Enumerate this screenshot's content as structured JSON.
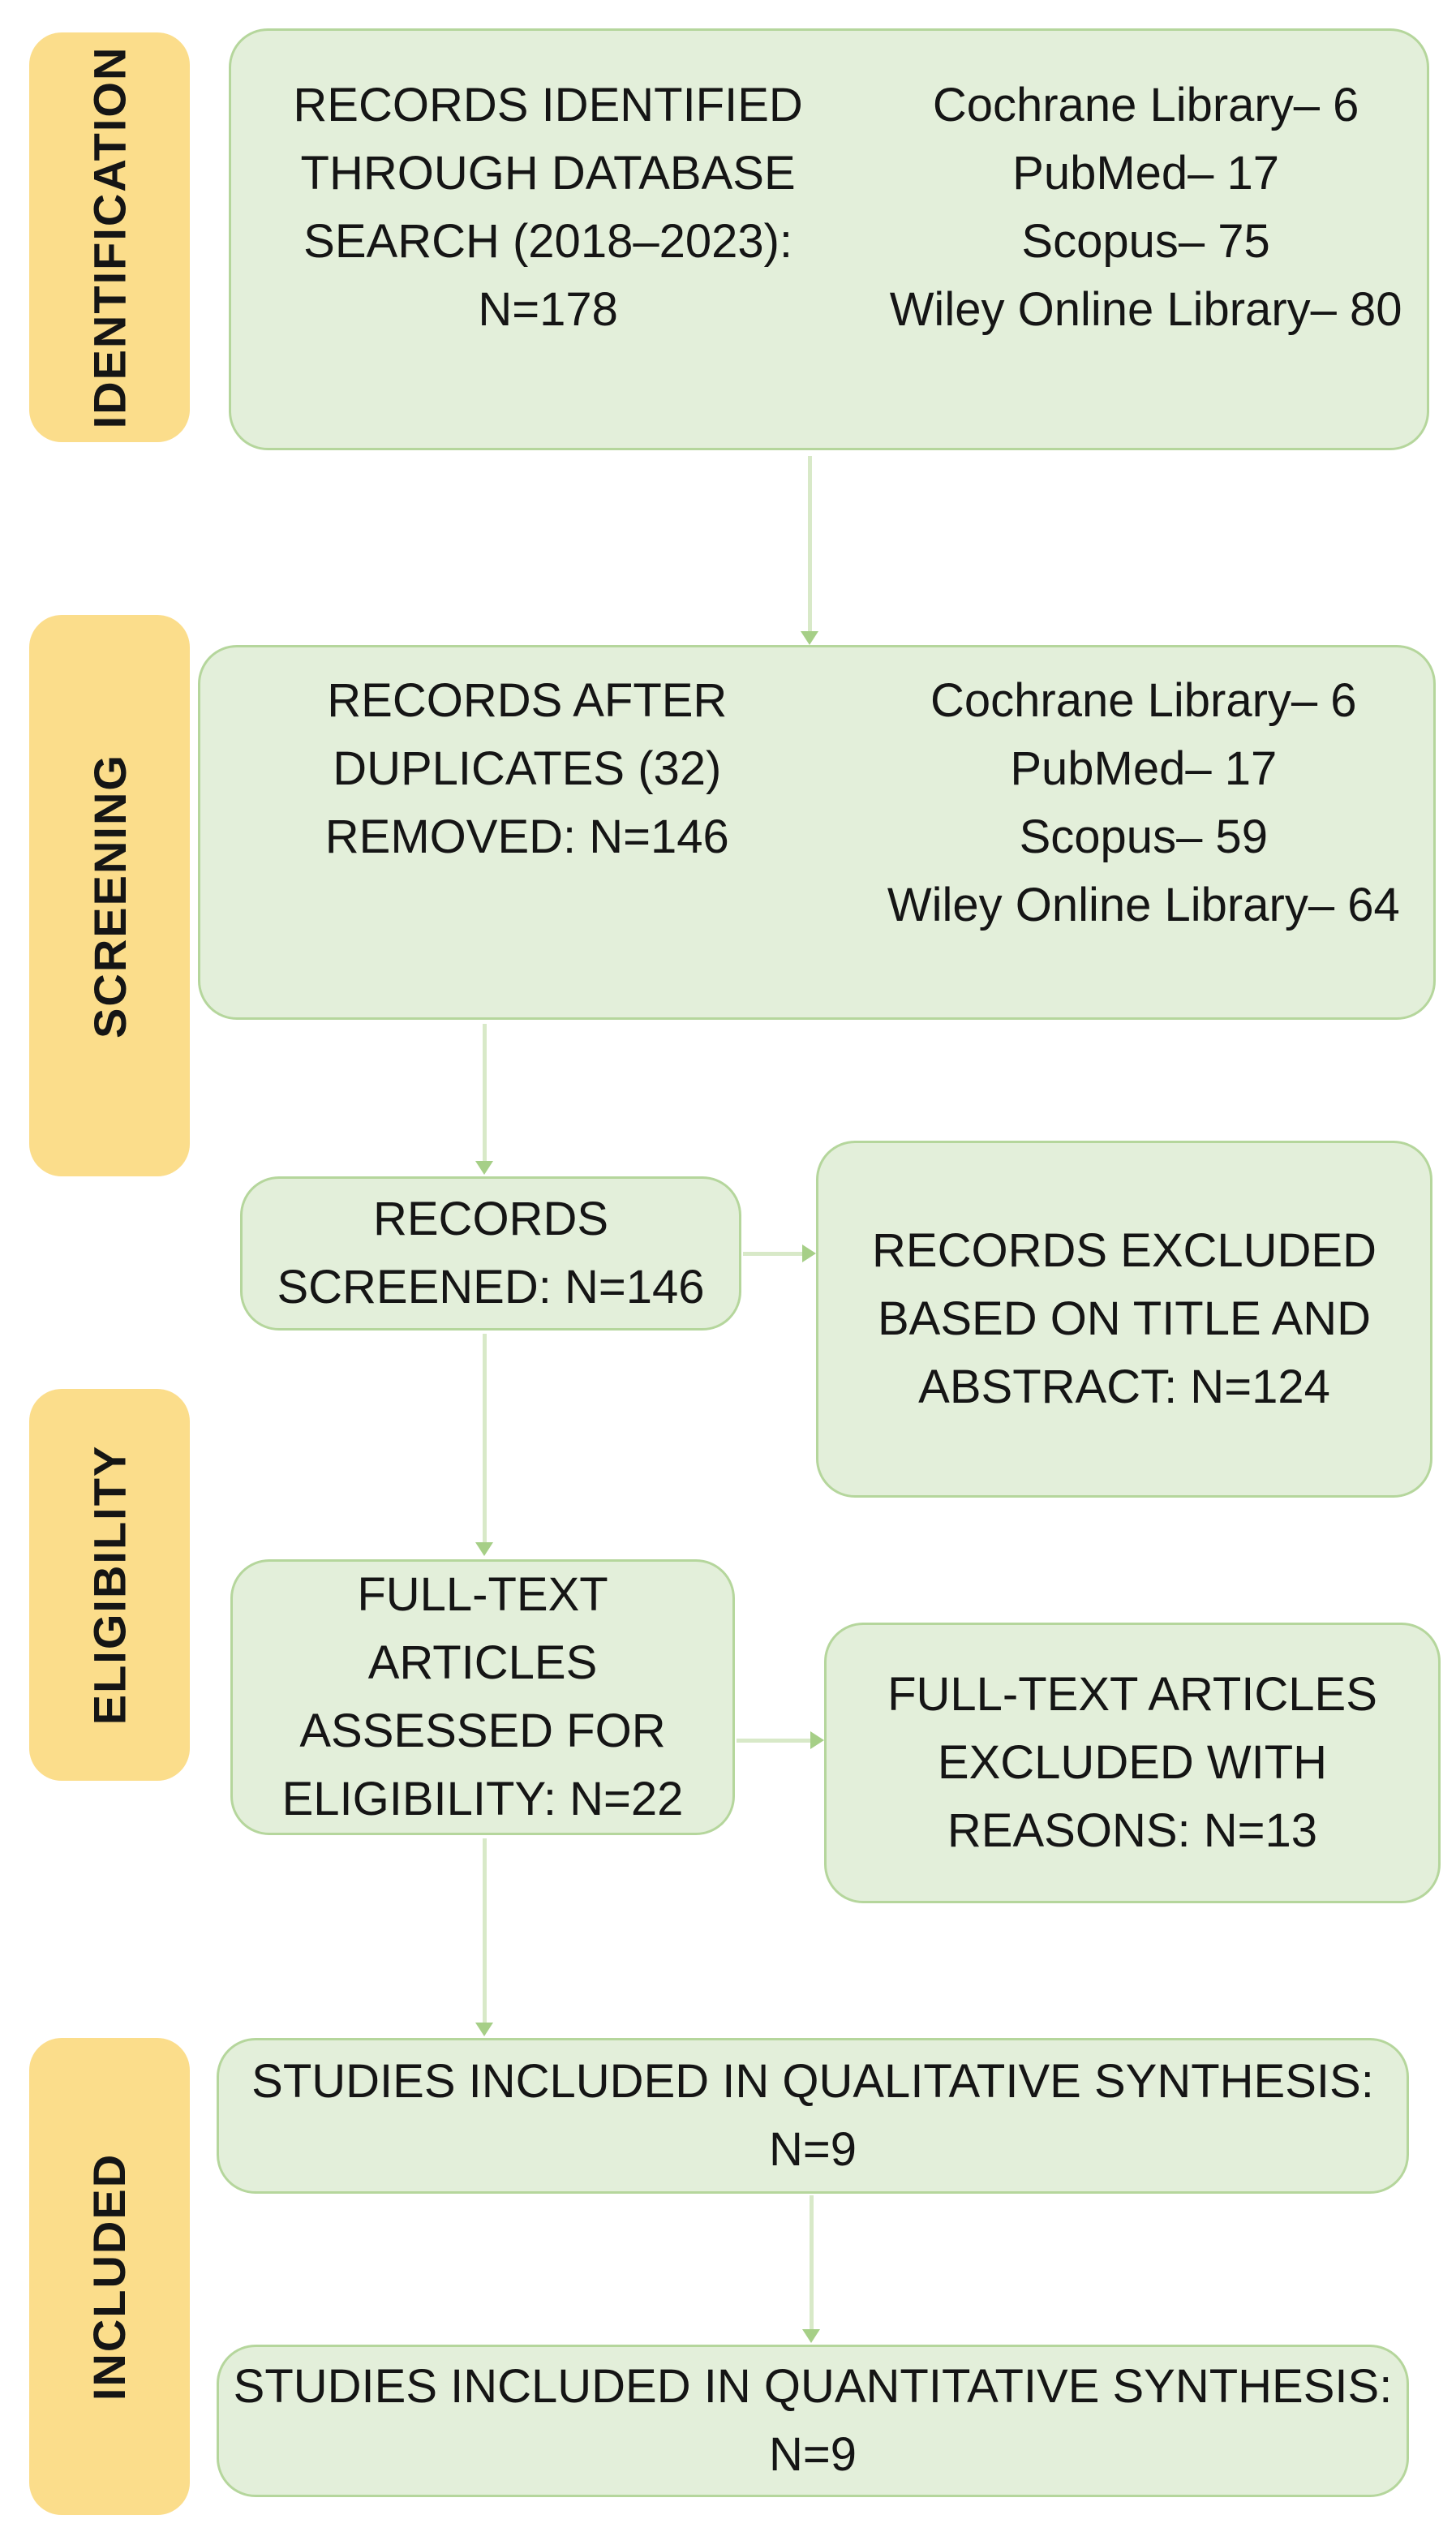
{
  "colors": {
    "band_fill": "#FBDD8B",
    "box_fill": "#E3EFDA",
    "box_border": "#B5D69C",
    "arrow_line": "#D8E9C8",
    "arrow_head": "#A6CF87",
    "text": "#151515"
  },
  "stages": {
    "identification": "IDENTIFICATION",
    "screening": "SCREENING",
    "eligibility": "ELIGIBILITY",
    "included": "INCLUDED"
  },
  "boxes": {
    "identified": {
      "left": [
        "RECORDS IDENTIFIED",
        "THROUGH DATABASE",
        "SEARCH (2018–2023):",
        "N=178"
      ],
      "right": [
        "Cochrane Library– 6",
        "PubMed– 17",
        "Scopus– 75",
        "Wiley Online Library– 80"
      ]
    },
    "after_duplicates": {
      "left": [
        "RECORDS AFTER",
        "DUPLICATES (32)",
        "REMOVED: N=146"
      ],
      "right": [
        "Cochrane Library– 6",
        "PubMed– 17",
        "Scopus– 59",
        "Wiley Online Library– 64"
      ]
    },
    "screened": {
      "lines": [
        "RECORDS",
        "SCREENED: N=146"
      ]
    },
    "excluded_title_abstract": {
      "lines": [
        "RECORDS EXCLUDED",
        "BASED ON TITLE AND",
        "ABSTRACT: N=124"
      ]
    },
    "fulltext_assessed": {
      "lines": [
        "FULL-TEXT",
        "ARTICLES",
        "ASSESSED FOR",
        "ELIGIBILITY: N=22"
      ]
    },
    "fulltext_excluded": {
      "lines": [
        "FULL-TEXT ARTICLES",
        "EXCLUDED WITH",
        "REASONS: N=13"
      ]
    },
    "qualitative": {
      "lines": [
        "STUDIES INCLUDED IN QUALITATIVE SYNTHESIS:",
        "N=9"
      ]
    },
    "quantitative": {
      "lines": [
        "STUDIES INCLUDED IN QUANTITATIVE SYNTHESIS:",
        "N=9"
      ]
    }
  }
}
